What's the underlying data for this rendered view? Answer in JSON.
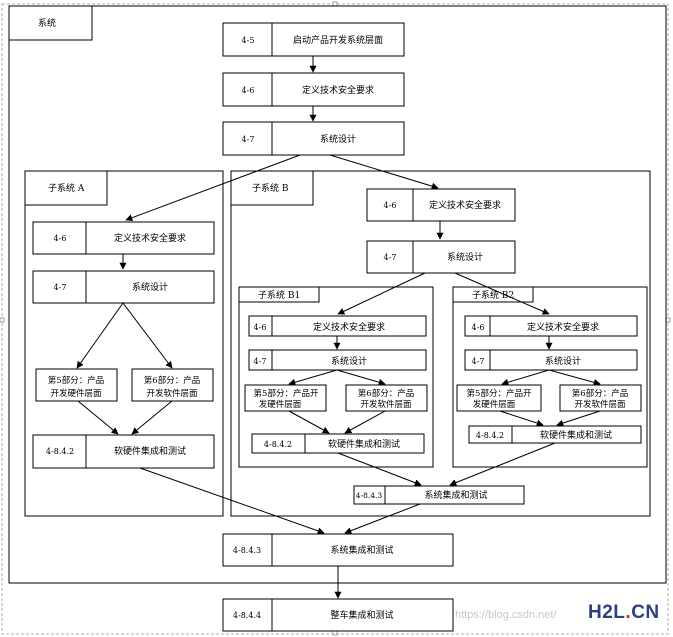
{
  "frames": {
    "system": "系统",
    "sub_a": "子系统 A",
    "sub_b": "子系统 B",
    "sub_b1": "子系统 B1",
    "sub_b2": "子系统 B2"
  },
  "top": {
    "b45": {
      "num": "4-5",
      "text": "启动产品开发系统层面"
    },
    "b46": {
      "num": "4-6",
      "text": "定义技术安全要求"
    },
    "b47": {
      "num": "4-7",
      "text": "系统设计"
    }
  },
  "sub_a": {
    "b46": {
      "num": "4-6",
      "text": "定义技术安全要求"
    },
    "b47": {
      "num": "4-7",
      "text": "系统设计"
    },
    "hw": {
      "line1": "第5部分：产品",
      "line2": "开发硬件层面"
    },
    "sw": {
      "line1": "第6部分：产品",
      "line2": "开发软件层面"
    },
    "integ": {
      "num": "4-8.4.2",
      "text": "软硬件集成和测试"
    }
  },
  "sub_b": {
    "b46": {
      "num": "4-6",
      "text": "定义技术安全要求"
    },
    "b47": {
      "num": "4-7",
      "text": "系统设计"
    },
    "integ": {
      "num": "4-8.4.3",
      "text": "系统集成和测试"
    }
  },
  "sub_b1": {
    "b46": {
      "num": "4-6",
      "text": "定义技术安全要求"
    },
    "b47": {
      "num": "4-7",
      "text": "系统设计"
    },
    "hw": {
      "line1": "第5部分：产品开",
      "line2": "发硬件层面"
    },
    "sw": {
      "line1": "第6部分：产品",
      "line2": "开发软件层面"
    },
    "integ": {
      "num": "4-8.4.2",
      "text": "软硬件集成和测试"
    }
  },
  "sub_b2": {
    "b46": {
      "num": "4-6",
      "text": "定义技术安全要求"
    },
    "b47": {
      "num": "4-7",
      "text": "系统设计"
    },
    "hw": {
      "line1": "第5部分：产品开",
      "line2": "发硬件层面"
    },
    "sw": {
      "line1": "第6部分：产品",
      "line2": "开发软件层面"
    },
    "integ": {
      "num": "4-8.4.2",
      "text": "软硬件集成和测试"
    }
  },
  "bottom": {
    "sys_integ": {
      "num": "4-8.4.3",
      "text": "系统集成和测试"
    },
    "vehicle": {
      "num": "4-8.4.4",
      "text": "整车集成和测试"
    }
  },
  "watermark": {
    "url": "https://blog.csdn.net/",
    "logo_h2l": "H2L",
    "logo_dot": ".",
    "logo_cn": "CN"
  }
}
